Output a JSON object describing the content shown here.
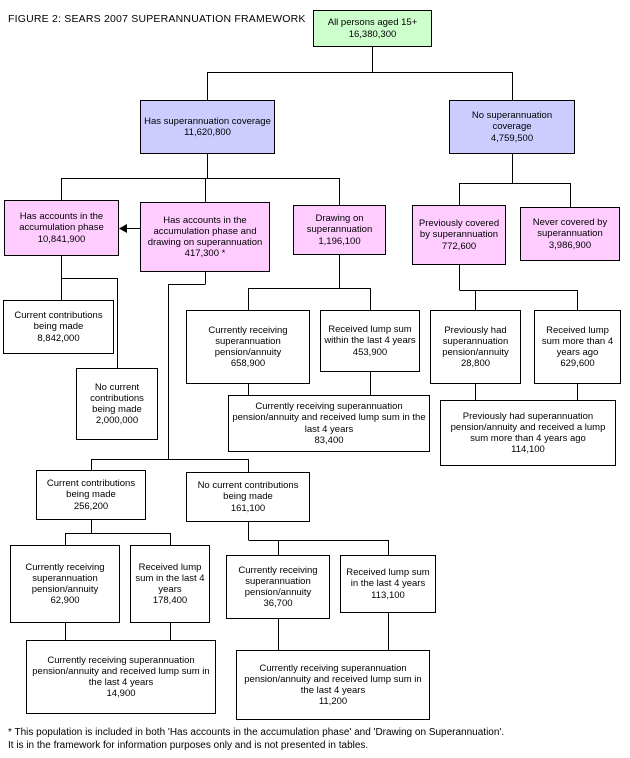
{
  "title": "FIGURE 2: SEARS 2007 SUPERANNUATION FRAMEWORK",
  "colors": {
    "root_green": "#ccffcc",
    "coverage_lavender": "#ccccff",
    "phase_pink": "#ffccff",
    "leaf_white": "#ffffff",
    "line_black": "#000000"
  },
  "nodes": {
    "root": {
      "label": "All persons aged 15+",
      "value": "16,380,300"
    },
    "has_cover": {
      "label": "Has superannuation coverage",
      "value": "11,620,800"
    },
    "no_cover": {
      "label": "No superannuation coverage",
      "value": "4,759,500"
    },
    "accum": {
      "label": "Has accounts in the accumulation phase",
      "value": "10,841,900"
    },
    "accum_draw": {
      "label": "Has accounts in the accumulation phase and drawing on superannuation",
      "value": "417,300 *"
    },
    "drawing": {
      "label": "Drawing on superannuation",
      "value": "1,196,100"
    },
    "prev_cover": {
      "label": "Previously covered by superannuation",
      "value": "772,600"
    },
    "never_cover": {
      "label": "Never covered by superannuation",
      "value": "3,986,900"
    },
    "cur_contrib_accum": {
      "label": "Current contributions being made",
      "value": "8,842,000"
    },
    "no_contrib_accum": {
      "label": "No current contributions being made",
      "value": "2,000,000"
    },
    "pension_drawing": {
      "label": "Currently receiving superannuation pension/annuity",
      "value": "658,900"
    },
    "lump_drawing": {
      "label": "Received lump sum within the last 4 years",
      "value": "453,900"
    },
    "combo_drawing": {
      "label": "Currently receiving superannuation pension/annuity and received lump sum in the last 4 years",
      "value": "83,400"
    },
    "pension_prev": {
      "label": "Previously had superannuation pension/annuity",
      "value": "28,800"
    },
    "lump_prev": {
      "label": "Received lump sum more than 4 years ago",
      "value": "629,600"
    },
    "combo_prev": {
      "label": "Previously had superannuation pension/annuity and received a lump sum more than 4 years ago",
      "value": "114,100"
    },
    "cur_contrib_both": {
      "label": "Current contributions being made",
      "value": "256,200"
    },
    "no_contrib_both": {
      "label": "No current contributions being made",
      "value": "161,100"
    },
    "pension_cur": {
      "label": "Currently receiving superannuation pension/annuity",
      "value": "62,900"
    },
    "lump_cur": {
      "label": "Received lump sum in the last 4 years",
      "value": "178,400"
    },
    "combo_cur": {
      "label": "Currently receiving superannuation pension/annuity and received lump sum in the last 4 years",
      "value": "14,900"
    },
    "pension_nocur": {
      "label": "Currently receiving superannuation pension/annuity",
      "value": "36,700"
    },
    "lump_nocur": {
      "label": "Received lump sum in the last 4 years",
      "value": "113,100"
    },
    "combo_nocur": {
      "label": "Currently receiving superannuation pension/annuity and received lump sum in the last 4 years",
      "value": "11,200"
    }
  },
  "footnote": {
    "line1": "* This population is included in both 'Has accounts in the accumulation phase' and 'Drawing on Superannuation'.",
    "line2": "It is in the framework for information purposes only and is not presented in tables."
  }
}
